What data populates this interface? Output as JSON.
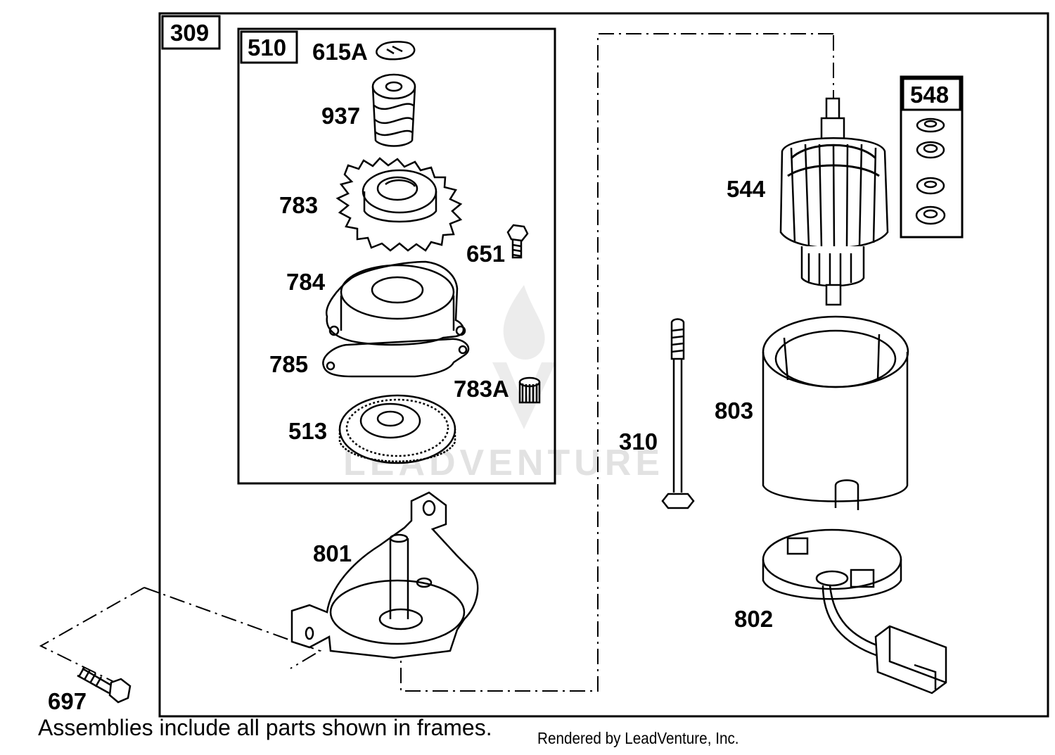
{
  "frames": [
    {
      "id": "309"
    },
    {
      "id": "510"
    },
    {
      "id": "548"
    }
  ],
  "parts": {
    "p615a": "615A",
    "p937": "937",
    "p783": "783",
    "p651": "651",
    "p784": "784",
    "p785": "785",
    "p783a": "783A",
    "p513": "513",
    "p801": "801",
    "p697": "697",
    "p544": "544",
    "p310": "310",
    "p803": "803",
    "p802": "802"
  },
  "footer": {
    "note": "Assemblies include all parts shown in frames.",
    "credit": "Rendered by LeadVenture, Inc."
  },
  "watermark": {
    "text": "LEADVENTURE"
  }
}
